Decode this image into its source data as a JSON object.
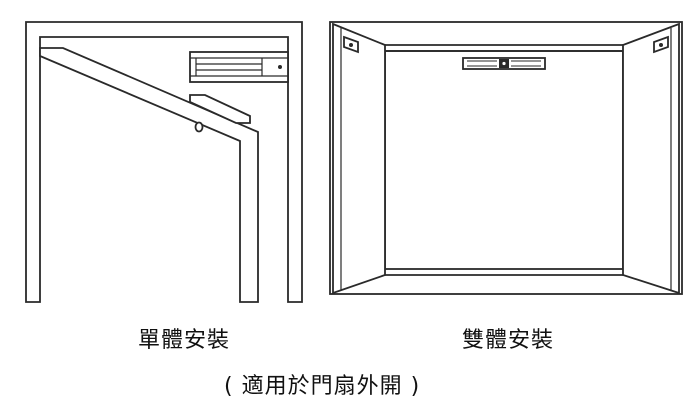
{
  "captions": {
    "single": "單體安裝",
    "double": "雙體安裝",
    "note": "( 適用於門扇外開 )"
  },
  "colors": {
    "line": "#2a2a2a",
    "fill": "#ffffff"
  }
}
